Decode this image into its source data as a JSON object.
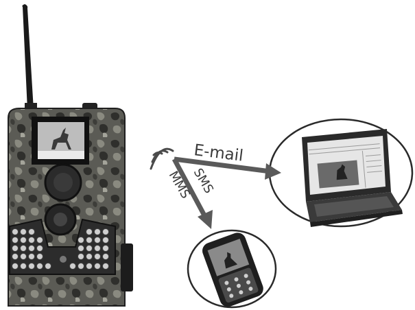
{
  "diagram": {
    "labels": {
      "email": "E-mail",
      "sms": "SMS",
      "mms": "MMS"
    },
    "nodes": {
      "camera": "trail-camera",
      "laptop": "laptop-computer",
      "phone": "mobile-phone"
    },
    "colors": {
      "arrow": "#5a5a5a",
      "camouflage_base": "#5b5b55",
      "bubble_stroke": "#2a2a2a"
    }
  }
}
